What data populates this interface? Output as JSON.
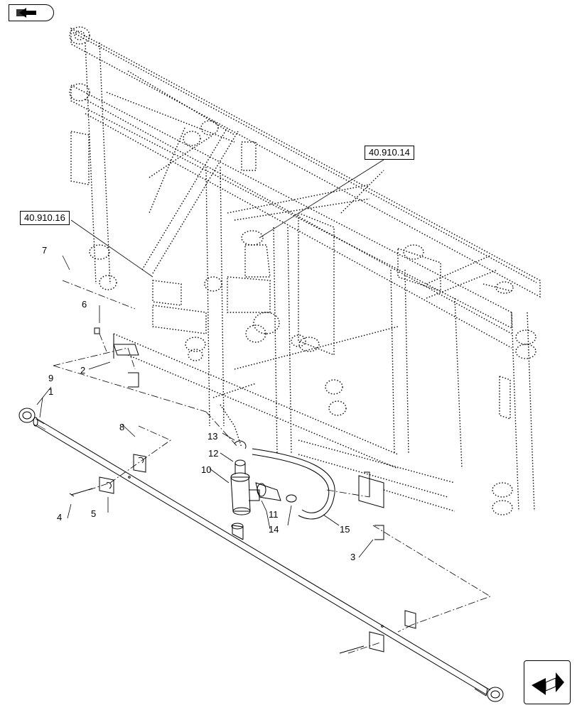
{
  "references": {
    "ref_a": "40.910.14",
    "ref_b": "40.910.16"
  },
  "callouts": {
    "c1": "1",
    "c2": "2",
    "c3": "3",
    "c4": "4",
    "c5": "5",
    "c6": "6",
    "c7": "7",
    "c8": "8",
    "c9": "9",
    "c10": "10",
    "c11": "11",
    "c12": "12",
    "c13": "13",
    "c14": "14",
    "c15": "15"
  },
  "icons": {
    "top_left": "back-arrow-icon",
    "bottom_right": "next-page-arrow-icon"
  }
}
